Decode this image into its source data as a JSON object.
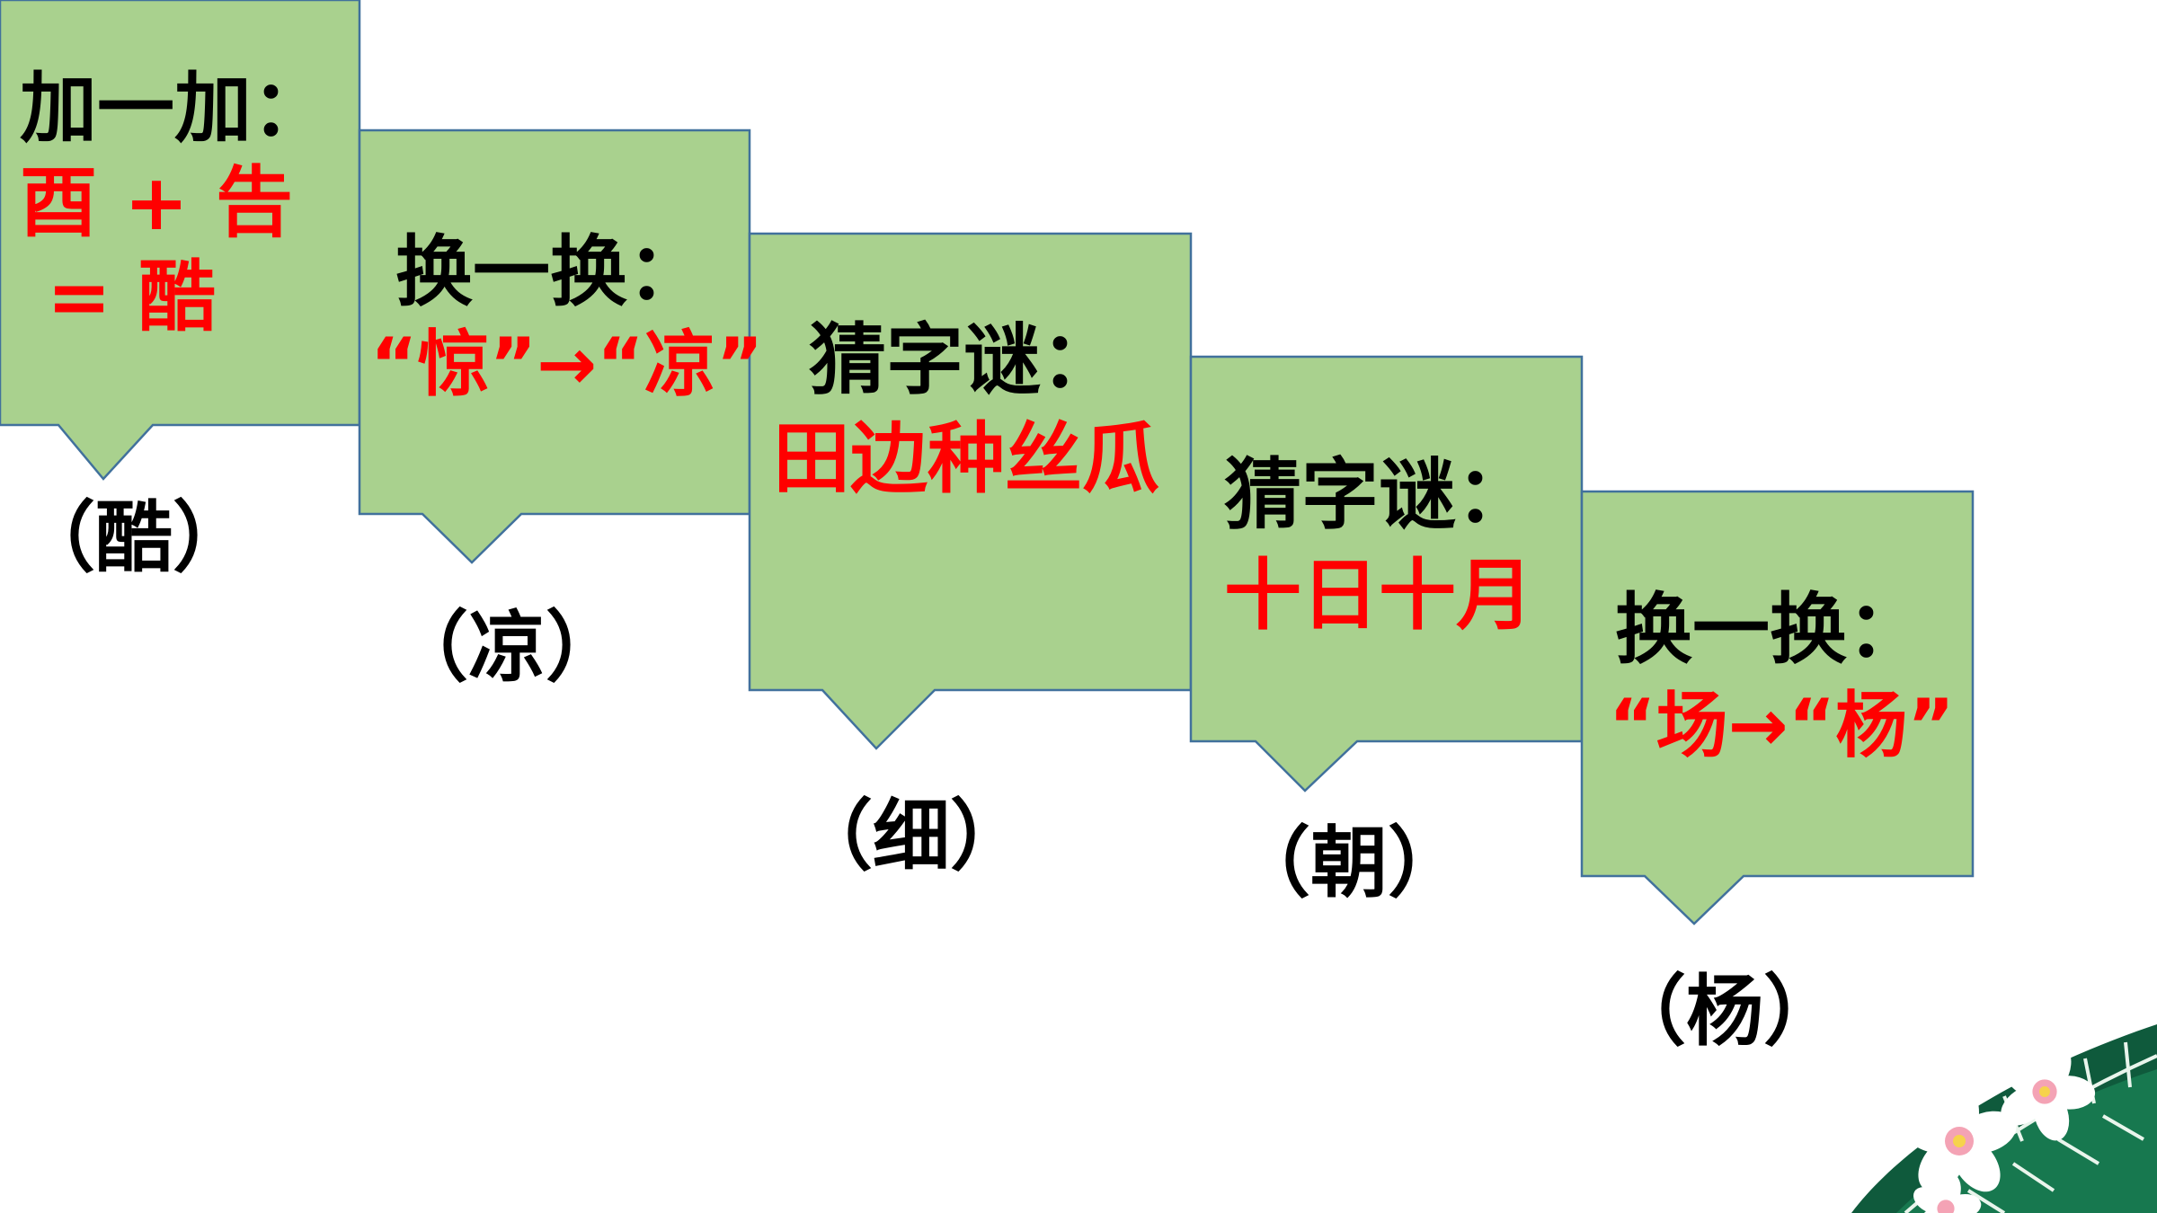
{
  "cards": [
    {
      "heading": "加一加：",
      "clue_lines": [
        "酉 + 告",
        " = 酷"
      ],
      "answer": "（酷）"
    },
    {
      "heading": "换一换：",
      "clue_lines": [
        "“惊”→“凉”"
      ],
      "answer": "（凉）"
    },
    {
      "heading": "猜字谜：",
      "clue_lines": [
        "田边种丝瓜"
      ],
      "answer": "（细）"
    },
    {
      "heading": "猜字谜：",
      "clue_lines": [
        "十日十月"
      ],
      "answer": "（朝）"
    },
    {
      "heading": "换一换：",
      "clue_lines": [
        "“场→“杨”"
      ],
      "answer": "（杨）"
    }
  ],
  "colors": {
    "card_fill": "#a9d18e",
    "card_border": "#41719c",
    "heading_text": "#000000",
    "clue_text": "#ff0000",
    "answer_text": "#000000"
  },
  "icons": {
    "corner_decoration": "palm-leaf-and-plumeria-icon"
  }
}
